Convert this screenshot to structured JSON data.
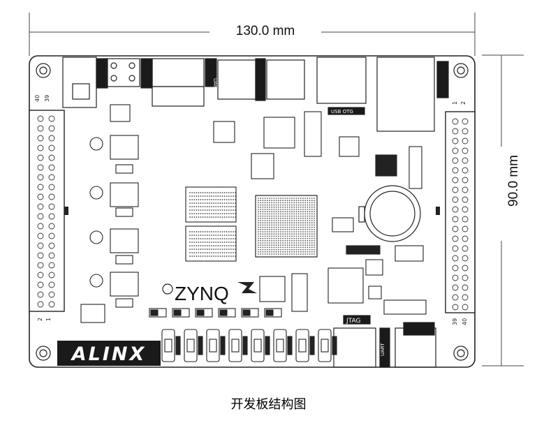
{
  "dimensions": {
    "width_label": "130.0 mm",
    "height_label": "90.0 mm"
  },
  "board": {
    "brand": "ALINX",
    "chip_logo": "ZYNQ",
    "header_left_top_a": "40",
    "header_left_top_b": "39",
    "header_left_bottom_a": "2",
    "header_left_bottom_b": "1",
    "header_right_top_a": "1",
    "header_right_top_b": "2",
    "header_right_bottom_a": "39",
    "header_right_bottom_b": "40",
    "label_jtag": "JTAG",
    "label_uart": "UART",
    "label_usb_otg": "USB OTG",
    "label_uart_top": "UART"
  },
  "colors": {
    "board_fill": "#ffffff",
    "outline": "#222222",
    "dark": "#1a1a1a",
    "pad": "#cfcfcf"
  },
  "caption": "开发板结构图"
}
